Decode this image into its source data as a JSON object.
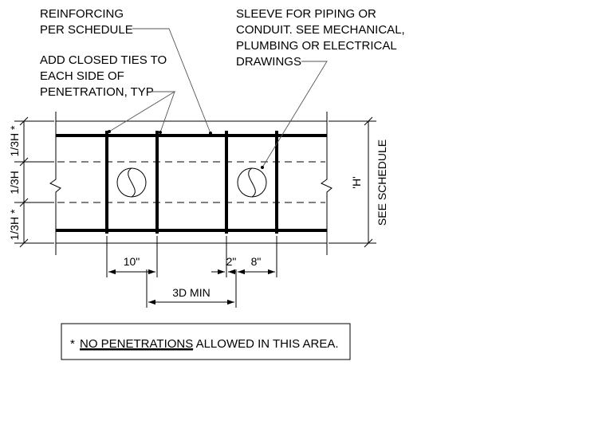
{
  "notes": {
    "reinforcing": [
      "REINFORCING",
      "PER SCHEDULE"
    ],
    "closed_ties": [
      "ADD CLOSED TIES TO",
      "EACH SIDE OF",
      "PENETRATION, TYP"
    ],
    "sleeve": [
      "SLEEVE FOR PIPING OR",
      "CONDUIT. SEE MECHANICAL,",
      "PLUMBING OR ELECTRICAL",
      "DRAWINGS"
    ]
  },
  "left_dims": [
    "1/3H *",
    "1/3H",
    "1/3H *"
  ],
  "right_dims": {
    "height_label": "'H'",
    "schedule_label": "SEE SCHEDULE"
  },
  "bottom_dims": {
    "tie_spacing": "10\"",
    "sleeve_gap": "2\"",
    "sleeve_spacing": "8\"",
    "min_spacing": "3D MIN"
  },
  "legend": {
    "asterisk": "*",
    "underlined": "NO PENETRATIONS",
    "rest": " ALLOWED IN THIS AREA."
  }
}
